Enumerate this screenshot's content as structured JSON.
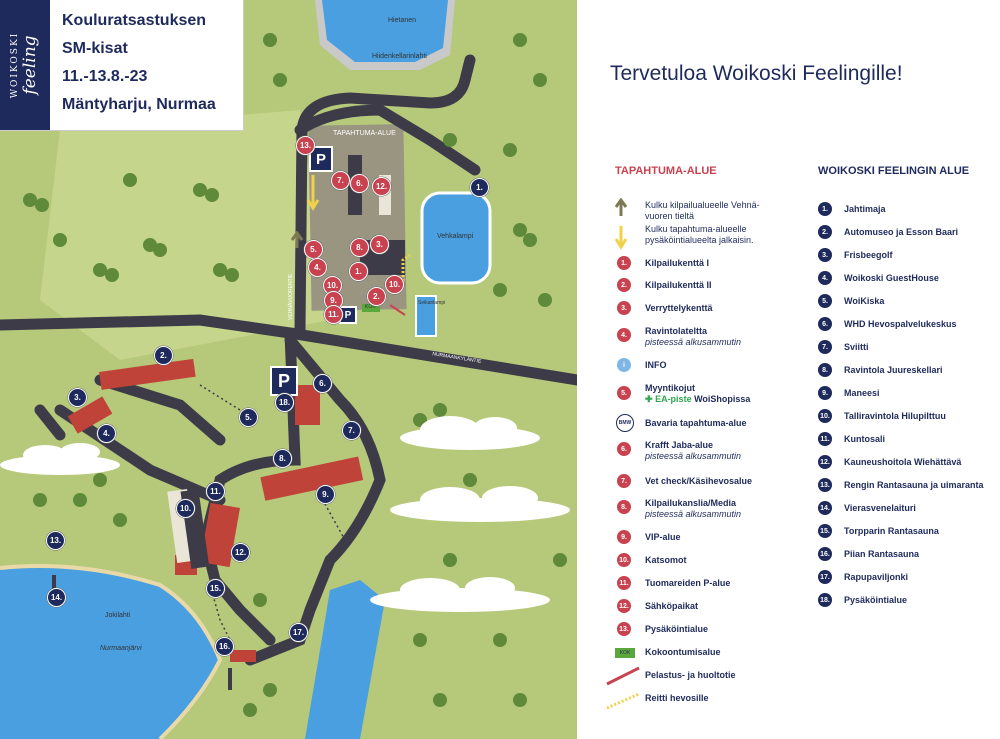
{
  "header": {
    "brand_top": "WOIKOSKI",
    "brand_script": "feeling",
    "line1": "Kouluratsastuksen",
    "line2": "SM-kisat",
    "line3": "11.-13.8.-23",
    "line4": "Mäntyharju, Nurmaa"
  },
  "welcome": "Tervetuloa Woikoski Feelingille!",
  "colors": {
    "navy": "#1e2a5c",
    "red": "#c8424f",
    "water": "#4a9fe0",
    "grass": "#b6c97a"
  },
  "map_labels": {
    "hietanen": "Hietanen",
    "hiidenkellarinlahti": "Hiidenkellarinlahti",
    "tapahtuma_alue": "TAPAHTUMA-ALUE",
    "vehkalampi": "Vehkalampi",
    "vehnavuorentie": "VEHNÄVUORENTIE",
    "seikanlampi": "Seikanlampi",
    "nurmaankylantie": "NURMAANKYLÄNTIE",
    "kok": "KOK",
    "jokilahti": "Jokilahti",
    "nurmaanjarvi": "Nurmaanjärvi",
    "parking": "P"
  },
  "legend_event": {
    "title": "TAPAHTUMA-ALUE",
    "arrow_olive": "Kulku kilpailualueelle Vehnä-",
    "arrow_olive_2": "vuoren tieltä",
    "arrow_yellow": "Kulku tapahtuma-alueelle",
    "arrow_yellow_2": "pysäköintialueelta jalkaisin.",
    "items": [
      {
        "n": "1.",
        "label": "Kilpailukenttä I"
      },
      {
        "n": "2.",
        "label": "Kilpailukenttä II"
      },
      {
        "n": "3.",
        "label": "Verryttelykenttä"
      },
      {
        "n": "4.",
        "label": "Ravintolateltta",
        "sub": "pisteessä alkusammutin"
      },
      {
        "n": "i",
        "label": "INFO"
      },
      {
        "n": "5.",
        "label": "Myyntikojut",
        "ea": "EA-piste",
        "ea_rest": "WoiShopissa"
      },
      {
        "n": "BMW",
        "label": "Bavaria tapahtuma-alue"
      },
      {
        "n": "6.",
        "label": "Krafft Jaba-alue",
        "sub": "pisteessä alkusammutin"
      },
      {
        "n": "7.",
        "label": "Vet check/Käsihevosalue"
      },
      {
        "n": "8.",
        "label": "Kilpailukanslia/Media",
        "sub": "pisteessä alkusammutin"
      },
      {
        "n": "9.",
        "label": "VIP-alue"
      },
      {
        "n": "10.",
        "label": "Katsomot"
      },
      {
        "n": "11.",
        "label": "Tuomareiden P-alue"
      },
      {
        "n": "12.",
        "label": "Sähköpaikat"
      },
      {
        "n": "13.",
        "label": "Pysäköintialue"
      },
      {
        "n": "KOK",
        "label": "Kokoontumisalue"
      },
      {
        "n": "",
        "label": "Pelastus- ja huoltotie"
      },
      {
        "n": "",
        "label": "Reitti hevosille"
      }
    ]
  },
  "legend_woikoski": {
    "title": "WOIKOSKI FEELINGIN ALUE",
    "items": [
      {
        "n": "1.",
        "label": "Jahtimaja"
      },
      {
        "n": "2.",
        "label": "Automuseo ja Esson Baari"
      },
      {
        "n": "3.",
        "label": "Frisbeegolf"
      },
      {
        "n": "4.",
        "label": "Woikoski GuestHouse"
      },
      {
        "n": "5.",
        "label": "WoiKiska"
      },
      {
        "n": "6.",
        "label": "WHD Hevospalvelukeskus"
      },
      {
        "n": "7.",
        "label": "Sviitti"
      },
      {
        "n": "8.",
        "label": "Ravintola Juureskellari"
      },
      {
        "n": "9.",
        "label": "Maneesi"
      },
      {
        "n": "10.",
        "label": "Talliravintola Hilupilttuu"
      },
      {
        "n": "11.",
        "label": "Kuntosali"
      },
      {
        "n": "12.",
        "label": "Kauneushoitola Wiehättävä"
      },
      {
        "n": "13.",
        "label": "Rengin Rantasauna ja uimaranta"
      },
      {
        "n": "14.",
        "label": "Vierasvenelaituri"
      },
      {
        "n": "15.",
        "label": "Torpparin Rantasauna"
      },
      {
        "n": "16.",
        "label": "Piian Rantasauna"
      },
      {
        "n": "17.",
        "label": "Rapupaviljonki"
      },
      {
        "n": "18.",
        "label": "Pysäköintialue"
      }
    ]
  },
  "map_pins_blue": [
    "1.",
    "2.",
    "3.",
    "4.",
    "5.",
    "6.",
    "7.",
    "8.",
    "9.",
    "10.",
    "11.",
    "12.",
    "13.",
    "14.",
    "15.",
    "16.",
    "17.",
    "18."
  ],
  "map_pins_red": [
    "1.",
    "2.",
    "3.",
    "4.",
    "5.",
    "6.",
    "7.",
    "8.",
    "9.",
    "10.",
    "10.",
    "11.",
    "12.",
    "13."
  ]
}
